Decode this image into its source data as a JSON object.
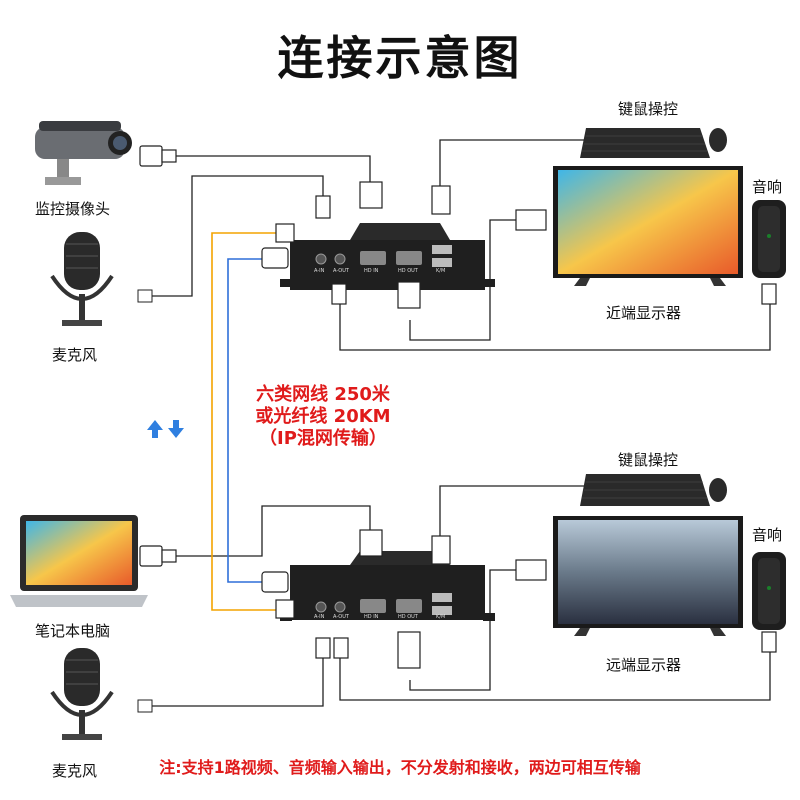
{
  "title": "连接示意图",
  "labels": {
    "camera": "监控摄像头",
    "mic_top": "麦克风",
    "laptop": "笔记本电脑",
    "mic_bottom": "麦克风",
    "keyboard_top": "键鼠操控",
    "keyboard_bottom": "键鼠操控",
    "speaker_top": "音响",
    "speaker_bottom": "音响",
    "monitor_near": "近端显示器",
    "monitor_far": "远端显示器"
  },
  "cable_note": {
    "line1": "六类网线 250米",
    "line2": "或光纤线 20KM",
    "line3": "（IP混网传输）"
  },
  "ports": {
    "a_in": "A-IN",
    "a_out": "A-OUT",
    "hd_in": "HD IN",
    "hd_out": "HD OUT",
    "km": "K/M"
  },
  "footer_note": "注:支持1路视频、音频输入输出，不分发射和接收，两边可相互传输",
  "colors": {
    "accent_red": "#e01b1b",
    "fiber_orange": "#f4a300",
    "lan_blue": "#2f6fd8",
    "cable": "#222222",
    "box": "#1f1f1f"
  },
  "icons": {
    "direction": "up-down-arrows-icon"
  }
}
